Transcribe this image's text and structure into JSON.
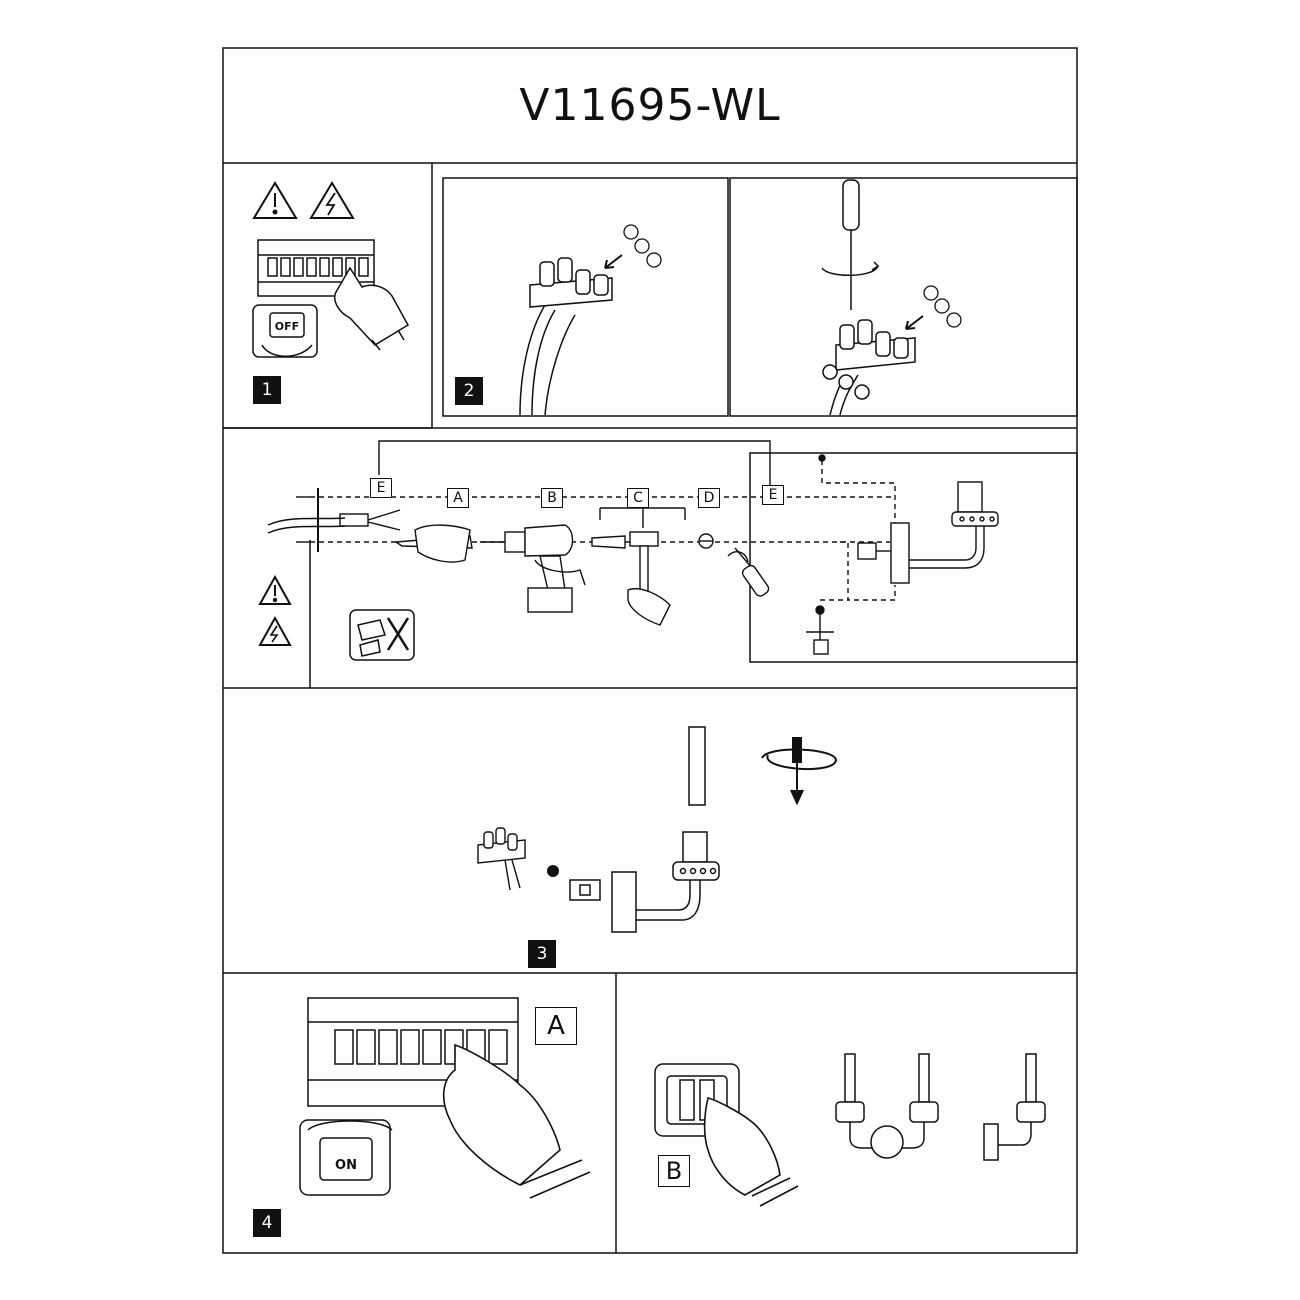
{
  "title": "V11695-WL",
  "steps": {
    "s1": "1",
    "s2": "2",
    "s3": "3",
    "s4": "4"
  },
  "wiring_labels": {
    "e_left": "E",
    "a": "A",
    "b": "B",
    "c": "C",
    "d": "D",
    "e_right": "E"
  },
  "panel4": {
    "breaker_label": "A",
    "switch_label": "B"
  },
  "switch_text": {
    "off": "OFF",
    "on": "ON"
  }
}
